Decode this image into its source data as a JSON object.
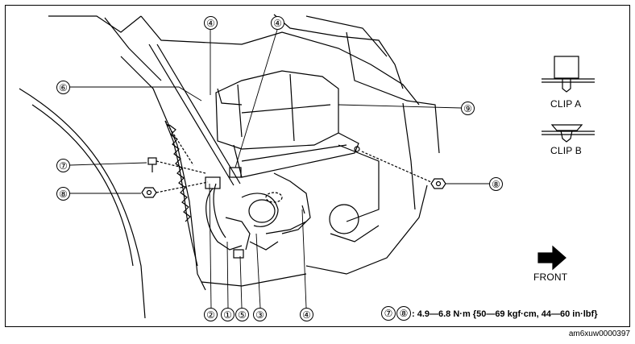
{
  "callouts": {
    "c4a": "④",
    "c4b": "④",
    "c6": "⑥",
    "c9": "⑨",
    "c7": "⑦",
    "c8a": "⑧",
    "c8b": "⑧",
    "c2": "②",
    "c1": "①",
    "c5": "⑤",
    "c3": "③",
    "c4c": "④"
  },
  "legend": {
    "clip_a": "CLIP A",
    "clip_b": "CLIP B",
    "front": "FRONT"
  },
  "torque": {
    "ref7": "⑦",
    "ref8": "⑧",
    "spec": ": 4.9—6.8 N·m {50—69 kgf·cm, 44—60 in·lbf}"
  },
  "image_code": "am6xuw0000397"
}
